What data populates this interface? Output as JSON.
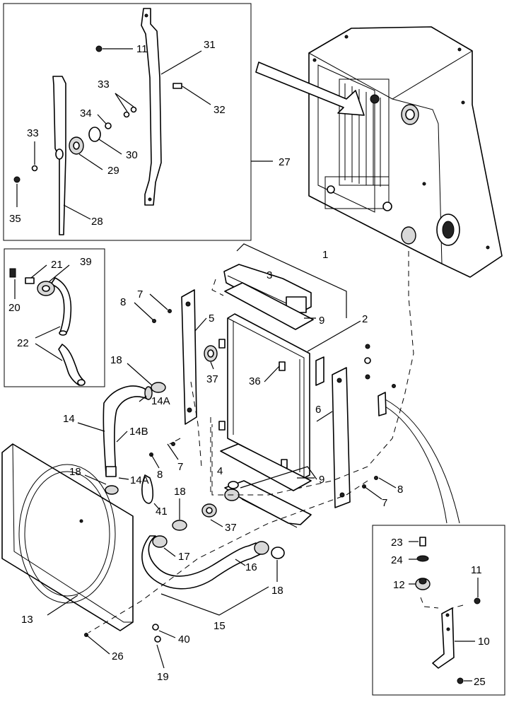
{
  "callouts": [
    {
      "id": "c1",
      "text": "1"
    },
    {
      "id": "c2",
      "text": "2"
    },
    {
      "id": "c3",
      "text": "3"
    },
    {
      "id": "c4",
      "text": "4"
    },
    {
      "id": "c5",
      "text": "5"
    },
    {
      "id": "c6",
      "text": "6"
    },
    {
      "id": "c7a",
      "text": "7"
    },
    {
      "id": "c7b",
      "text": "7"
    },
    {
      "id": "c7c",
      "text": "7"
    },
    {
      "id": "c8a",
      "text": "8"
    },
    {
      "id": "c8b",
      "text": "8"
    },
    {
      "id": "c8c",
      "text": "8"
    },
    {
      "id": "c9a",
      "text": "9"
    },
    {
      "id": "c9b",
      "text": "9"
    },
    {
      "id": "c10",
      "text": "10"
    },
    {
      "id": "c11a",
      "text": "11"
    },
    {
      "id": "c11b",
      "text": "11"
    },
    {
      "id": "c12",
      "text": "12"
    },
    {
      "id": "c13",
      "text": "13"
    },
    {
      "id": "c14",
      "text": "14"
    },
    {
      "id": "c14a1",
      "text": "14A"
    },
    {
      "id": "c14a2",
      "text": "14A"
    },
    {
      "id": "c14b",
      "text": "14B"
    },
    {
      "id": "c15",
      "text": "15"
    },
    {
      "id": "c16",
      "text": "16"
    },
    {
      "id": "c17",
      "text": "17"
    },
    {
      "id": "c18a",
      "text": "18"
    },
    {
      "id": "c18b",
      "text": "18"
    },
    {
      "id": "c18c",
      "text": "18"
    },
    {
      "id": "c18d",
      "text": "18"
    },
    {
      "id": "c19",
      "text": "19"
    },
    {
      "id": "c20",
      "text": "20"
    },
    {
      "id": "c21",
      "text": "21"
    },
    {
      "id": "c22",
      "text": "22"
    },
    {
      "id": "c23",
      "text": "23"
    },
    {
      "id": "c24",
      "text": "24"
    },
    {
      "id": "c25",
      "text": "25"
    },
    {
      "id": "c26",
      "text": "26"
    },
    {
      "id": "c27",
      "text": "27"
    },
    {
      "id": "c28",
      "text": "28"
    },
    {
      "id": "c29",
      "text": "29"
    },
    {
      "id": "c30",
      "text": "30"
    },
    {
      "id": "c31",
      "text": "31"
    },
    {
      "id": "c32",
      "text": "32"
    },
    {
      "id": "c33a",
      "text": "33"
    },
    {
      "id": "c33b",
      "text": "33"
    },
    {
      "id": "c34",
      "text": "34"
    },
    {
      "id": "c35",
      "text": "35"
    },
    {
      "id": "c36",
      "text": "36"
    },
    {
      "id": "c37a",
      "text": "37"
    },
    {
      "id": "c37b",
      "text": "37"
    },
    {
      "id": "c39",
      "text": "39"
    },
    {
      "id": "c40",
      "text": "40"
    },
    {
      "id": "c41",
      "text": "41"
    }
  ]
}
